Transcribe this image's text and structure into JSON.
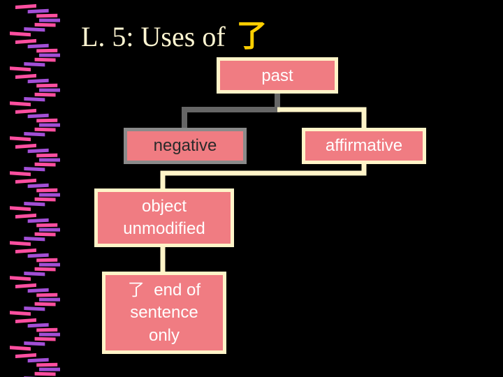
{
  "title": {
    "text": "L. 5: Uses of",
    "glyph": "了"
  },
  "diagram": {
    "past": "past",
    "negative": "negative",
    "affirmative": "affirmative",
    "object_line1": "object",
    "object_line2": "unmodified",
    "end_glyph": "了",
    "end_line1": "end of",
    "end_line2": "sentence",
    "end_line3": "only"
  },
  "colors": {
    "background": "#000000",
    "box_fill": "#f07c82",
    "box_border_cream": "#fff4c8",
    "box_border_gray": "#8a8a8a",
    "connector_cream": "#fff4c8",
    "connector_gray": "#666666",
    "title_glyph": "#ffcf00",
    "ribbon_pink": "#ff4fa0",
    "ribbon_purple": "#a24fd6"
  }
}
